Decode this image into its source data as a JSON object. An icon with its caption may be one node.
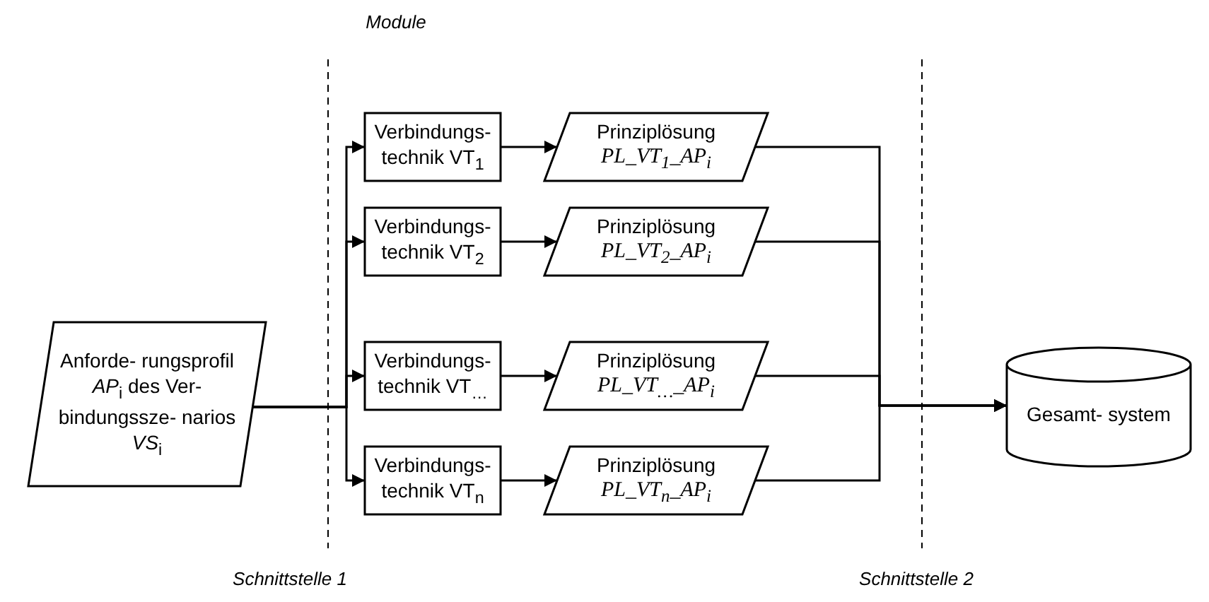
{
  "diagram": {
    "nodes": [
      {
        "text": [
          "Anforde- rungsprofil *AP*$_{i}$ des Ver- bindungssze- narios *VS*$_{i}$"
        ]
      },
      {
        "text": [
          "Verbindungs- technik VT$_{1}$"
        ]
      },
      {
        "text": [
          "Prinziplösung",
          "PL_VT$_{1}$_AP$_{i}$"
        ]
      },
      {
        "text": [
          "Verbindungs- technik VT$_{2}$"
        ]
      },
      {
        "text": [
          "Prinziplösung",
          "PL_VT$_{2}$_AP$_{i}$"
        ]
      },
      {
        "text": [
          "Verbindungs- technik VT$_{…}$"
        ]
      },
      {
        "text": [
          "Prinziplösung",
          "PL_VT$_{…}$_AP$_{i}$"
        ]
      },
      {
        "text": [
          "Verbindungs- technik VT$_{n}$"
        ]
      },
      {
        "text": [
          "Prinziplösung",
          "PL_VT$_{n}$_AP$_{i}$"
        ]
      },
      {
        "text": [
          "Gesamt- system"
        ]
      }
    ],
    "edges": [
      {
        "from": 0,
        "to": 1,
        "arrow": "to"
      },
      {
        "from": 0,
        "to": 3,
        "arrow": "to"
      },
      {
        "from": 0,
        "to": 5,
        "arrow": "to"
      },
      {
        "from": 0,
        "to": 7,
        "arrow": "to"
      },
      {
        "from": 1,
        "to": 2,
        "arrow": "to"
      },
      {
        "from": 3,
        "to": 4,
        "arrow": "to"
      },
      {
        "from": 5,
        "to": 6,
        "arrow": "to"
      },
      {
        "from": 7,
        "to": 8,
        "arrow": "to"
      },
      {
        "from": 2,
        "to": 9,
        "arrow": "to"
      },
      {
        "from": 4,
        "to": 9,
        "arrow": "to"
      },
      {
        "from": 6,
        "to": 9,
        "arrow": "to"
      },
      {
        "from": 8,
        "to": 9,
        "arrow": "to"
      }
    ],
    "labels": [
      "Module",
      "Schnittstelle 1",
      "Schnittstelle 2"
    ]
  }
}
